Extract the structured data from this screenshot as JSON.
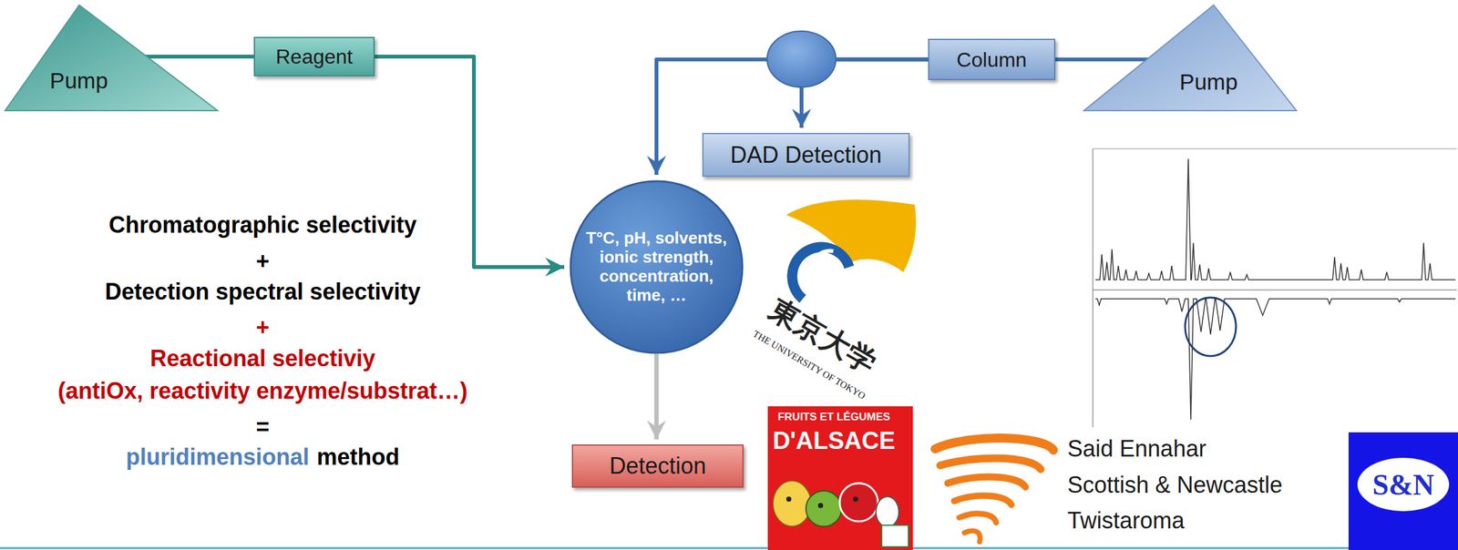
{
  "diagram": {
    "nodes": [
      {
        "text": [
          "Pump"
        ]
      },
      {
        "text": [
          "Reagent"
        ]
      },
      {
        "text": [
          "Column"
        ]
      },
      {
        "text": [
          "Pump"
        ]
      },
      {
        "text": [
          "DAD Detection"
        ]
      },
      {
        "text": [
          "T°C, pH, solvents, ionic strength, concentration, time, …"
        ]
      },
      {
        "text": [
          "Detection"
        ]
      }
    ],
    "edges": [
      {
        "from": 0,
        "to": 1,
        "arrow": "none"
      },
      {
        "from": 1,
        "to": 5,
        "arrow": "to"
      },
      {
        "from": 3,
        "to": 2,
        "arrow": "none"
      },
      {
        "from": 2,
        "to": 4,
        "arrow": "to"
      },
      {
        "from": 2,
        "to": 5,
        "arrow": "to"
      },
      {
        "from": 5,
        "to": 6,
        "arrow": "to"
      }
    ],
    "labels": [
      "Chromatographic selectivity",
      "+",
      "Detection spectral selectivity",
      "+",
      "Reactional selectiviy",
      "(antiOx, reactivity enzyme/substrat…)",
      "=",
      "pluridimensional",
      "method",
      "東京大学",
      "THE UNIVERSITY OF TOKYO",
      "FRUITS ET LÉGUMES",
      "D'ALSACE",
      "Said Ennahar",
      "Scottish & Newcastle",
      "Twistaroma",
      "S&N"
    ]
  }
}
